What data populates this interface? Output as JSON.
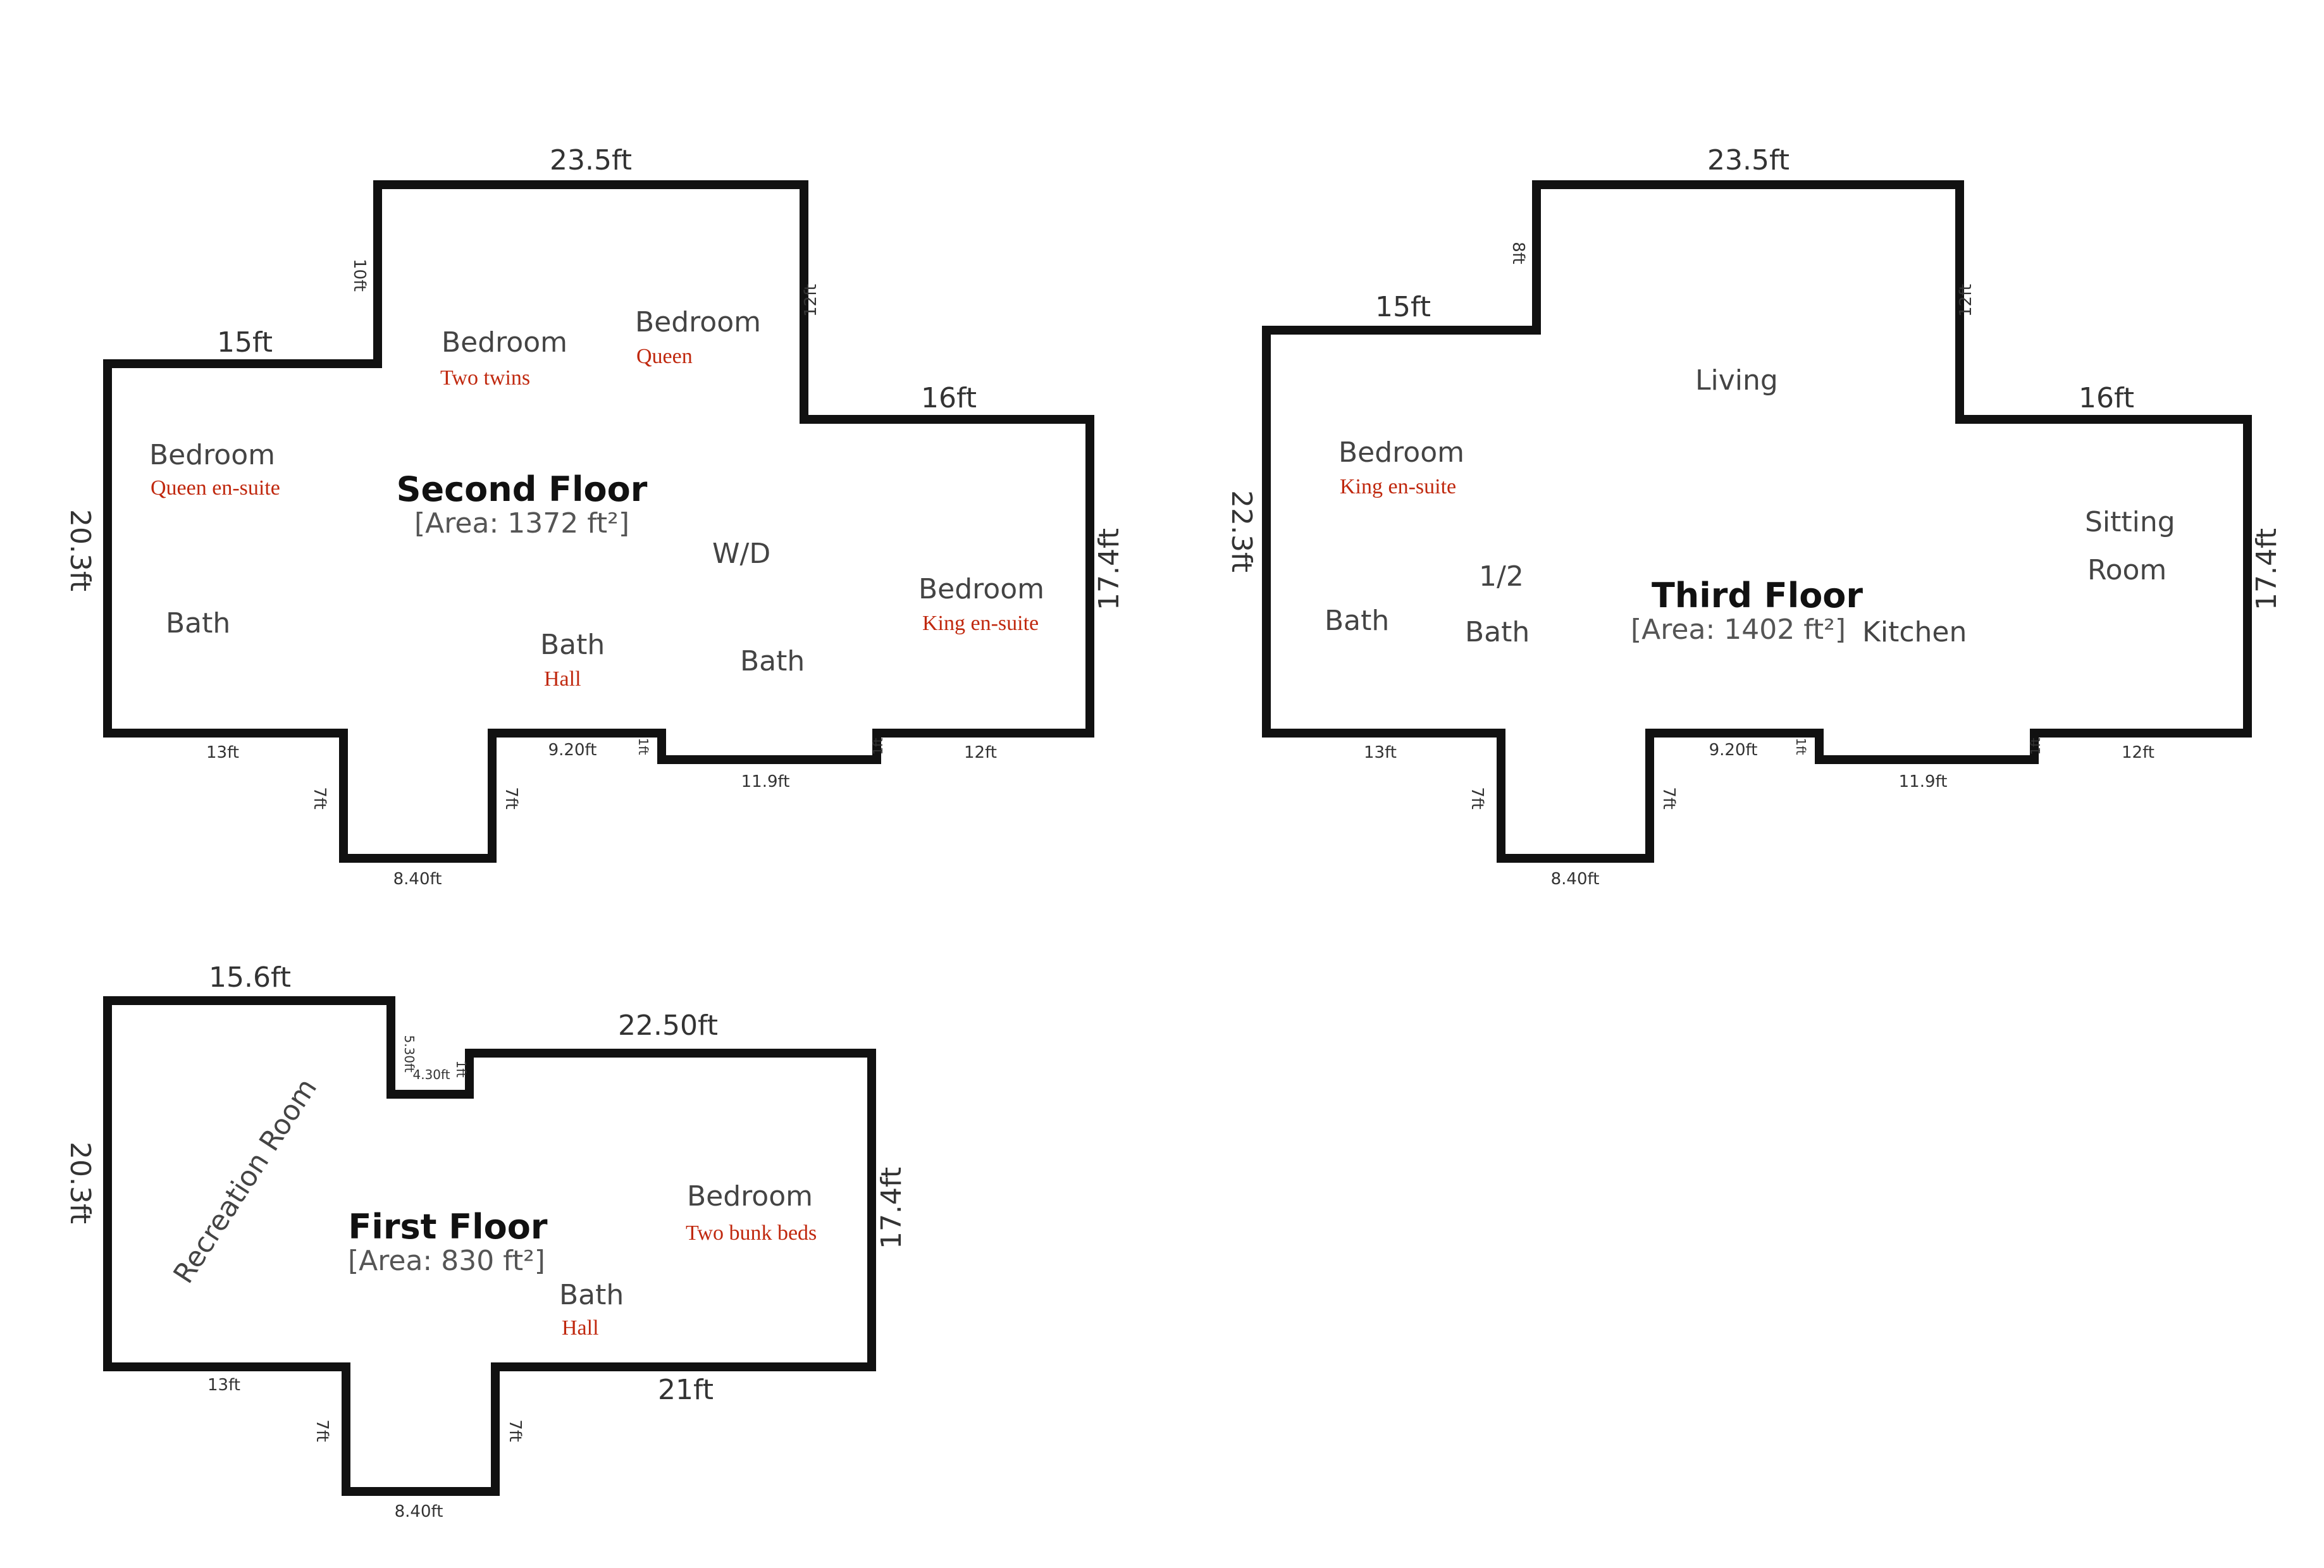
{
  "second_floor": {
    "title": "Second Floor",
    "area": "[Area: 1372 ft²]",
    "rooms": {
      "bedroom_twins": "Bedroom",
      "bedroom_twins_note": "Two twins",
      "bedroom_queen": "Bedroom",
      "bedroom_queen_note": "Queen",
      "bedroom_queen_ensuite": "Bedroom",
      "bedroom_queen_ensuite_note": "Queen en-suite",
      "bath_left": "Bath",
      "wd": "W/D",
      "bath_hall": "Bath",
      "bath_hall_note": "Hall",
      "bath_mid": "Bath",
      "bedroom_king": "Bedroom",
      "bedroom_king_note": "King en-suite"
    },
    "dims": {
      "top": "23.5ft",
      "upper_left": "15ft",
      "upper_right": "16ft",
      "left": "20.3ft",
      "right": "17.4ft",
      "left_notch": "10ft",
      "right_notch": "12ft",
      "bottom_1": "13ft",
      "bump_left": "7ft",
      "bump_right": "7ft",
      "bump_bottom": "8.40ft",
      "bottom_2": "9.20ft",
      "step_1": "1ft",
      "bottom_3": "11.9ft",
      "step_2": "1ft",
      "bottom_4": "12ft"
    }
  },
  "third_floor": {
    "title": "Third Floor",
    "area": "[Area: 1402 ft²]",
    "rooms": {
      "living": "Living",
      "bedroom": "Bedroom",
      "bedroom_note": "King en-suite",
      "half": "1/2",
      "half_bath": "Bath",
      "bath": "Bath",
      "kitchen": "Kitchen",
      "sitting": "Sitting",
      "sitting_room": "Room"
    },
    "dims": {
      "top": "23.5ft",
      "upper_left": "15ft",
      "upper_right": "16ft",
      "left": "22.3ft",
      "right": "17.4ft",
      "left_notch": "8ft",
      "right_notch": "12ft",
      "bottom_1": "13ft",
      "bump_left": "7ft",
      "bump_right": "7ft",
      "bump_bottom": "8.40ft",
      "bottom_2": "9.20ft",
      "step_1": "1ft",
      "bottom_3": "11.9ft",
      "step_2": "1ft",
      "bottom_4": "12ft"
    }
  },
  "first_floor": {
    "title": "First Floor",
    "area": "[Area: 830 ft²]",
    "rooms": {
      "recreation": "Recreation Room",
      "bedroom": "Bedroom",
      "bedroom_note": "Two bunk beds",
      "bath": "Bath",
      "bath_note": "Hall"
    },
    "dims": {
      "top_left": "15.6ft",
      "top_right": "22.50ft",
      "left": "20.3ft",
      "right": "17.4ft",
      "notch_vertical": "5.30ft",
      "notch_horizontal": "4.30ft",
      "notch_small": "1ft",
      "bottom_1": "13ft",
      "bump_left": "7ft",
      "bump_right": "7ft",
      "bump_bottom": "8.40ft",
      "bottom_2": "21ft"
    }
  }
}
